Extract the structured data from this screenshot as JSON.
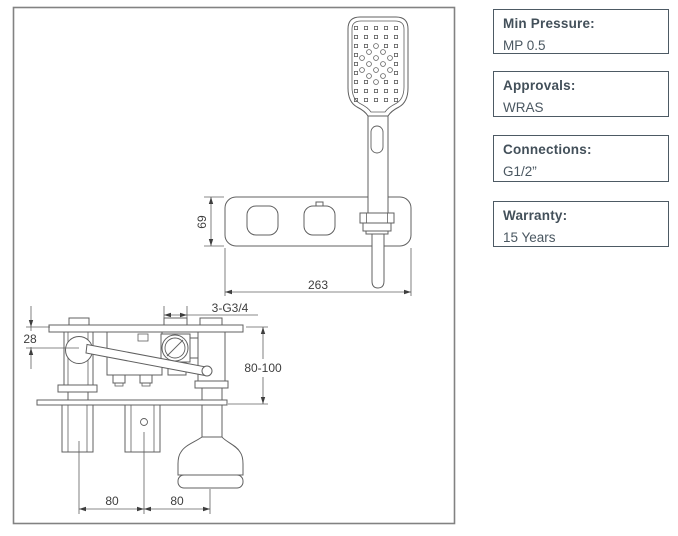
{
  "drawing": {
    "dimensions": {
      "plate_height": "69",
      "plate_width": "263",
      "inlet_offset": "28",
      "inlet_thread": "3-G3/4",
      "depth_range": "80-100",
      "spacing_left": "80",
      "spacing_right": "80"
    }
  },
  "info_panel": {
    "boxes": [
      {
        "label": "Min Pressure:",
        "value": "MP 0.5"
      },
      {
        "label": "Approvals:",
        "value": "WRAS"
      },
      {
        "label": "Connections:",
        "value": "G1/2”"
      },
      {
        "label": "Warranty:",
        "value": "15 Years"
      }
    ]
  },
  "colors": {
    "line": "#606060",
    "border": "#828282",
    "panel_border": "#4d5a64",
    "panel_text": "#44515b"
  }
}
